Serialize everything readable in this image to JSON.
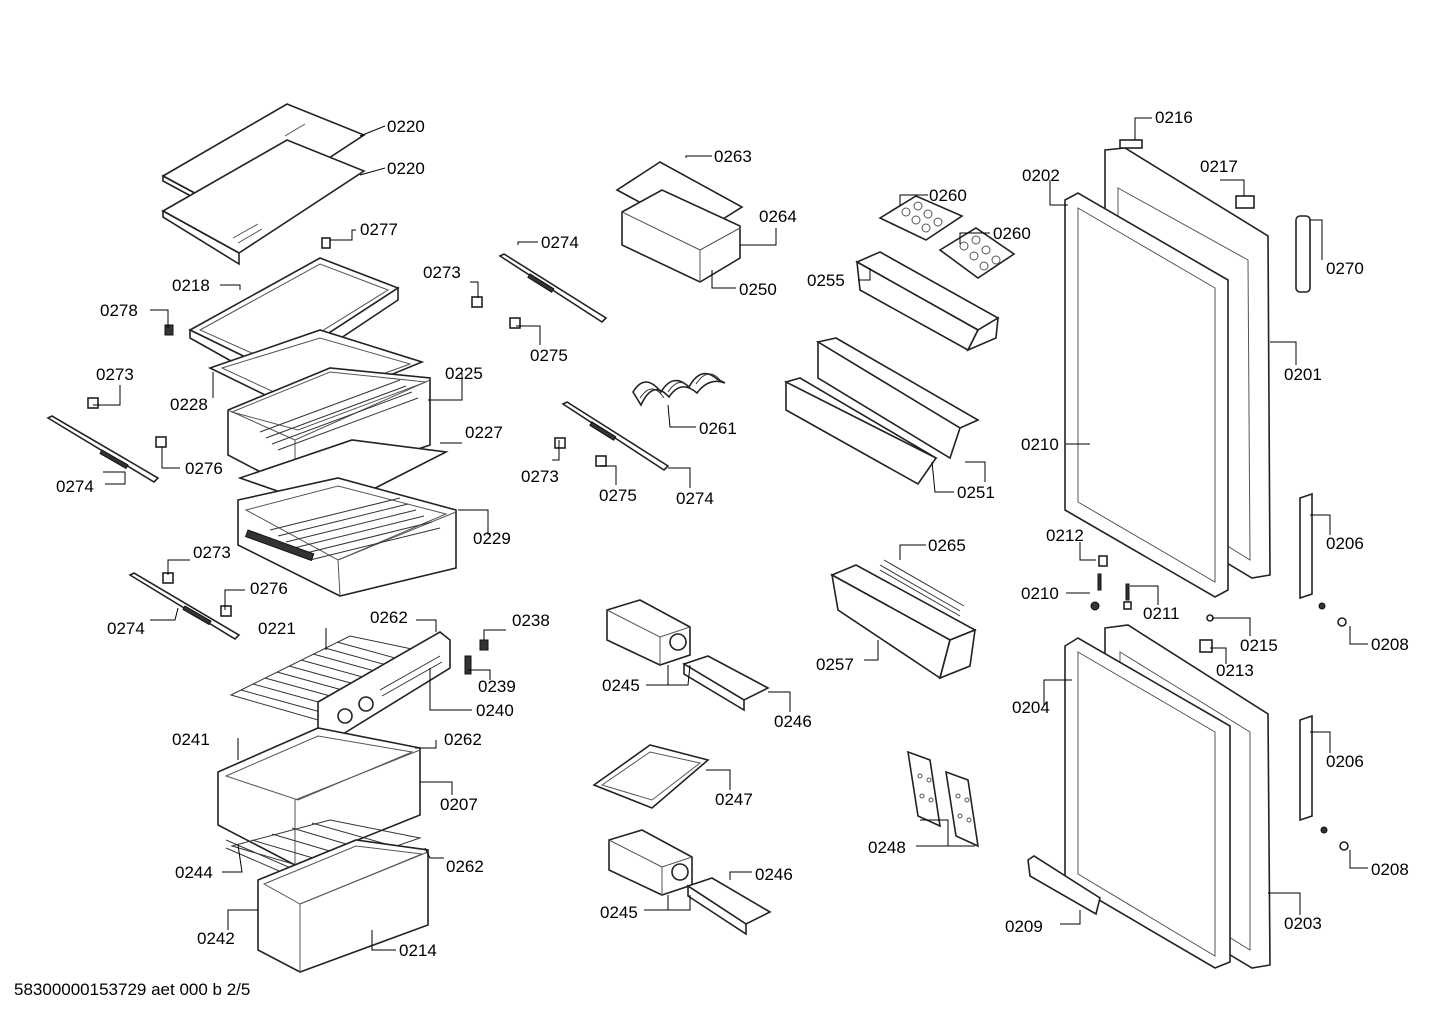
{
  "diagram": {
    "footer_code": "58300000153729 aet 000 b 2/5",
    "labels": {
      "l0220a": "0220",
      "l0220b": "0220",
      "l0277": "0277",
      "l0218": "0218",
      "l0278": "0278",
      "l0228": "0228",
      "l0225": "0225",
      "l0227": "0227",
      "l0273a": "0273",
      "l0276a": "0276",
      "l0274a": "0274",
      "l0229": "0229",
      "l0273b": "0273",
      "l0276b": "0276",
      "l0274b": "0274",
      "l0221": "0221",
      "l0262a": "0262",
      "l0238": "0238",
      "l0239": "0239",
      "l0240": "0240",
      "l0241": "0241",
      "l0262b": "0262",
      "l0207": "0207",
      "l0244": "0244",
      "l0262c": "0262",
      "l0242": "0242",
      "l0214": "0214",
      "l0274c": "0274",
      "l0273c": "0273",
      "l0275a": "0275",
      "l0263": "0263",
      "l0264": "0264",
      "l0250": "0250",
      "l0261": "0261",
      "l0273d": "0273",
      "l0275b": "0275",
      "l0274d": "0274",
      "l0245a": "0245",
      "l0246a": "0246",
      "l0247": "0247",
      "l0245b": "0245",
      "l0246b": "0246",
      "l0260a": "0260",
      "l0260b": "0260",
      "l0255": "0255",
      "l0251": "0251",
      "l0265": "0265",
      "l0257": "0257",
      "l0248": "0248",
      "l0216": "0216",
      "l0217": "0217",
      "l0202": "0202",
      "l0270": "0270",
      "l0201": "0201",
      "l0210a": "0210",
      "l0206a": "0206",
      "l0212": "0212",
      "l0210b": "0210",
      "l0211": "0211",
      "l0215": "0215",
      "l0208a": "0208",
      "l0213": "0213",
      "l0204": "0204",
      "l0206b": "0206",
      "l0208b": "0208",
      "l0209": "0209",
      "l0203": "0203"
    }
  }
}
